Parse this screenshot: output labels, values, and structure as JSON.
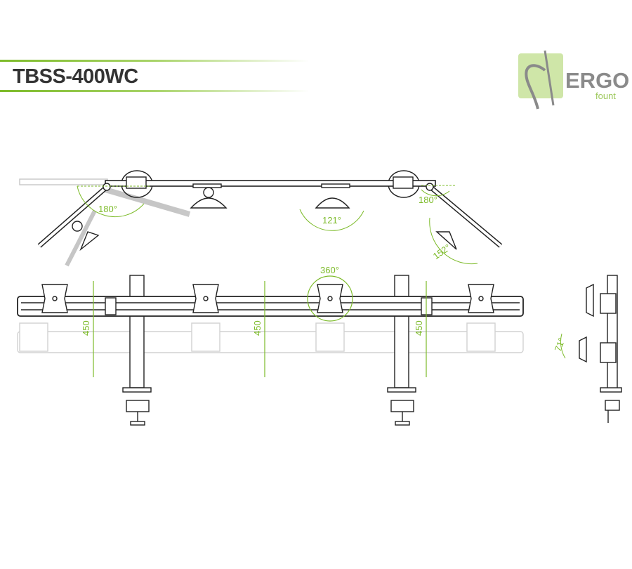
{
  "header": {
    "title": "TBSS-400WC"
  },
  "logo": {
    "brand": "ERGO",
    "sub": "fount"
  },
  "colors": {
    "accent": "#7dbb2a",
    "line": "#222222",
    "logo_bg": "#cfe6a8",
    "logo_text": "#8a8a8a"
  },
  "top_view": {
    "angle_left": "180°",
    "angle_center": "121°",
    "angle_right": "180°",
    "angle_tilt": "152°"
  },
  "front_view": {
    "rotation": "360°",
    "height_left": "450",
    "height_center": "450",
    "height_right": "450"
  },
  "side_view": {
    "tilt": "71°"
  }
}
